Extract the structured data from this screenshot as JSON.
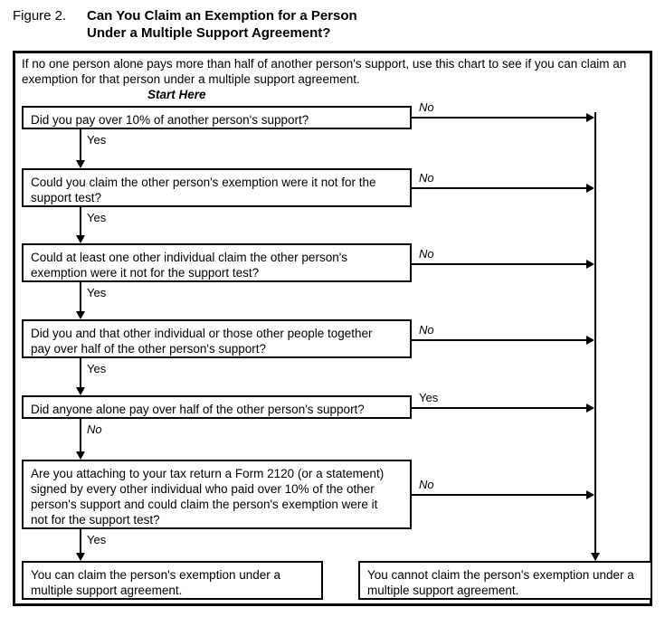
{
  "figure": {
    "label": "Figure 2.",
    "title": "Can You Claim an Exemption for a Person\nUnder a Multiple Support Agreement?"
  },
  "chart": {
    "intro": "If no one person alone pays more than half of another person's support, use this chart to see if you can claim an exemption for that person under a multiple support agreement.",
    "start_label": "Start Here",
    "nodes": [
      {
        "id": "q1",
        "text": "Did you pay over 10% of another person's support?",
        "down_label": "Yes",
        "right_label": "No"
      },
      {
        "id": "q2",
        "text": "Could you claim the other person's exemption were it not for the\nsupport test?",
        "down_label": "Yes",
        "right_label": "No"
      },
      {
        "id": "q3",
        "text": "Could at least one other individual claim the other person's\nexemption were it not for the support test?",
        "down_label": "Yes",
        "right_label": "No"
      },
      {
        "id": "q4",
        "text": "Did you and that other individual or those other people together\npay over half of the other person's support?",
        "down_label": "Yes",
        "right_label": "No"
      },
      {
        "id": "q5",
        "text": "Did anyone alone pay over half of the other person's support?",
        "down_label": "No",
        "right_label": "Yes"
      },
      {
        "id": "q6",
        "text": "Are you attaching to your tax return a Form 2120 (or a statement)\nsigned by every other individual who paid over 10% of the other\nperson's support and could claim the person's exemption were it\nnot for the support test?",
        "down_label": "Yes",
        "right_label": "No"
      }
    ],
    "outcomes": [
      {
        "id": "yes-outcome",
        "text": "You can claim the person's exemption under a\nmultiple support agreement."
      },
      {
        "id": "no-outcome",
        "text": "You cannot claim the person's exemption under a\nmultiple support agreement."
      }
    ]
  },
  "colors": {
    "ink": "#000000",
    "paper": "#ffffff"
  }
}
